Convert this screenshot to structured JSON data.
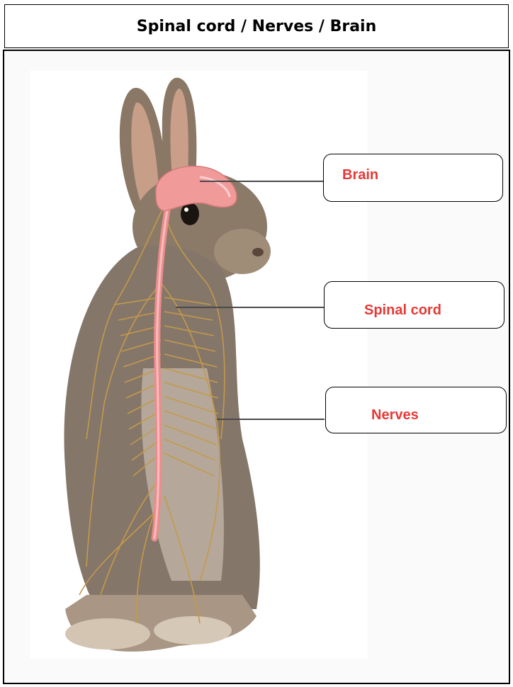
{
  "title": "Spinal cord / Nerves / Brain",
  "labels": {
    "brain": "Brain",
    "spinal_cord": "Spinal cord",
    "nerves": "Nerves"
  },
  "colors": {
    "label_text": "#e53935",
    "border": "#000000",
    "pointer_line": "#4a4a4a",
    "brain": "#f19a9a",
    "spinal_cord": "#ec8c8c",
    "nerves": "#c49a4a",
    "fur": "#8b7a68"
  }
}
